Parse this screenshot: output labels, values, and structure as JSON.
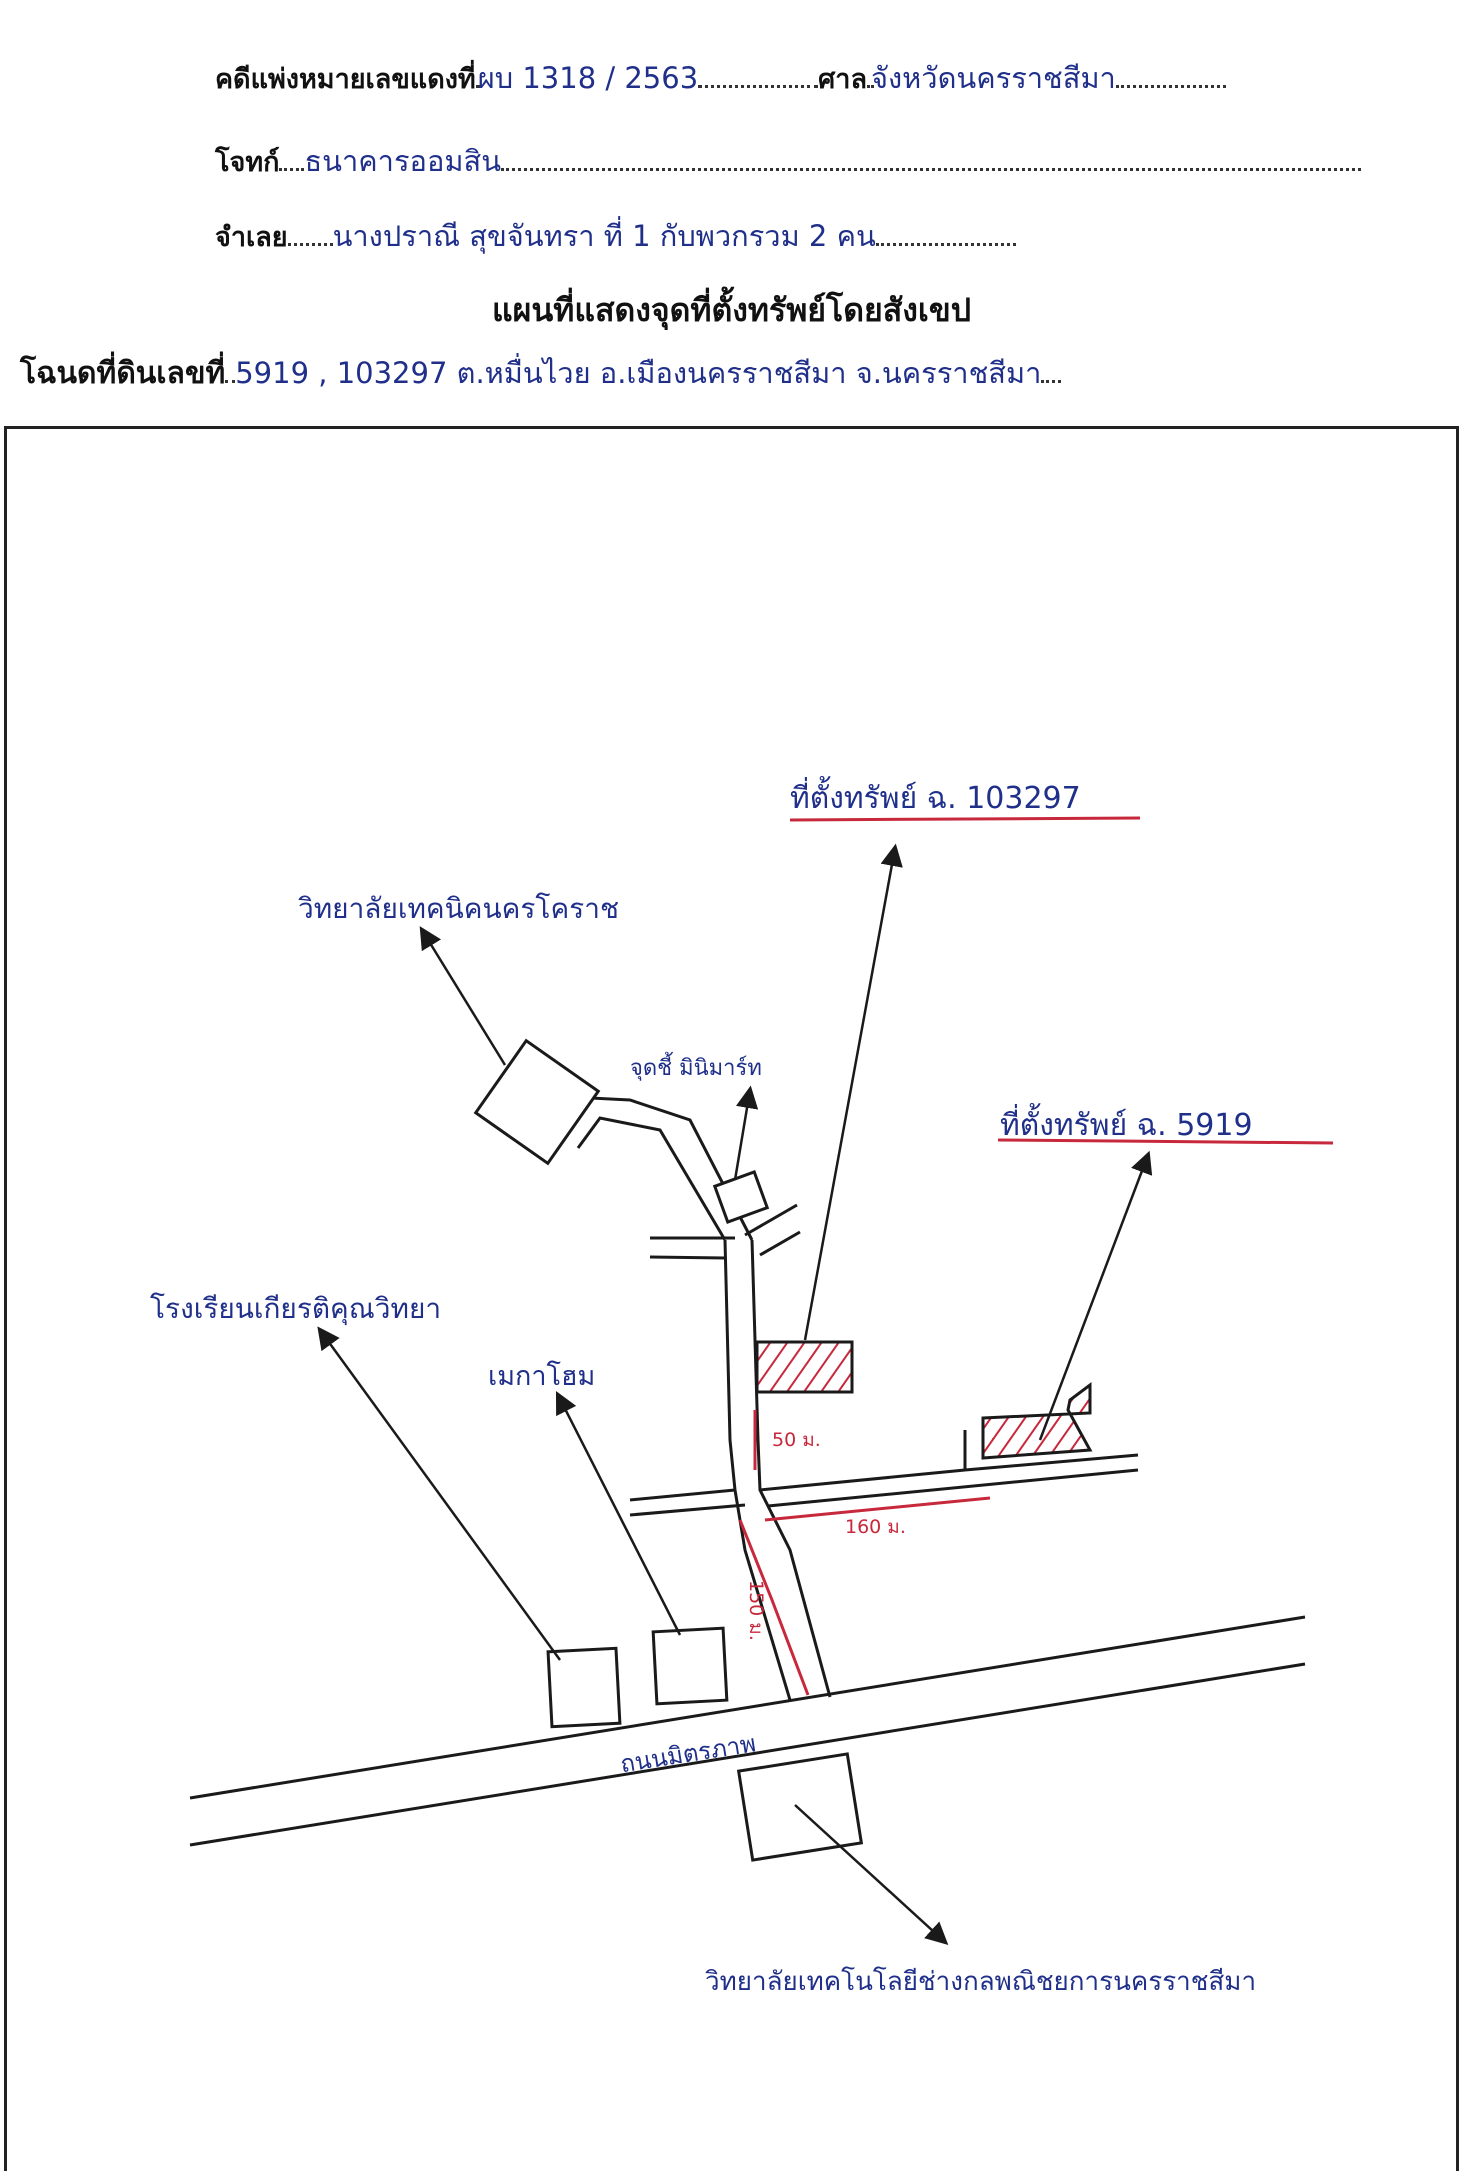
{
  "form": {
    "case_label": "คดีแพ่งหมายเลขแดงที่",
    "case_value": "ผบ 1318 / 2563",
    "court_label": "ศาล",
    "court_value": "จังหวัดนครราชสีมา",
    "plaintiff_label": "โจทก์",
    "plaintiff_value": "ธนาคารออมสิน",
    "defendant_label": "จำเลย",
    "defendant_value": "นางปราณี สุขจันทรา ที่ 1 กับพวกรวม 2 คน",
    "title": "แผนที่แสดงจุดที่ตั้งทรัพย์โดยสังเขป",
    "deed_label": "โฉนดที่ดินเลขที่",
    "deed_value": "5919 , 103297 ต.หมื่นไวย อ.เมืองนครราชสีมา จ.นครราชสีมา"
  },
  "map": {
    "labels": {
      "college_north": "วิทยาลัยเทคนิคนครโคราช",
      "intersection": "จุดชี้ มินิมาร์ท",
      "property_103297": "ที่ตั้งทรัพย์ ฉ. 103297",
      "property_5919": "ที่ตั้งทรัพย์ ฉ. 5919",
      "school": "โรงเรียนเกียรติคุณวิทยา",
      "mega_home": "เมกาโฮม",
      "road": "ถนนมิตรภาพ",
      "college_south": "วิทยาลัยเทคโนโลยีช่างกลพณิชยการนครราชสีมา",
      "dist_50": "50 ม.",
      "dist_160": "160 ม.",
      "dist_150": "150 ม."
    },
    "colors": {
      "ink": "#1f2f8a",
      "line": "#1a1a1a",
      "red": "#c8283c"
    }
  }
}
